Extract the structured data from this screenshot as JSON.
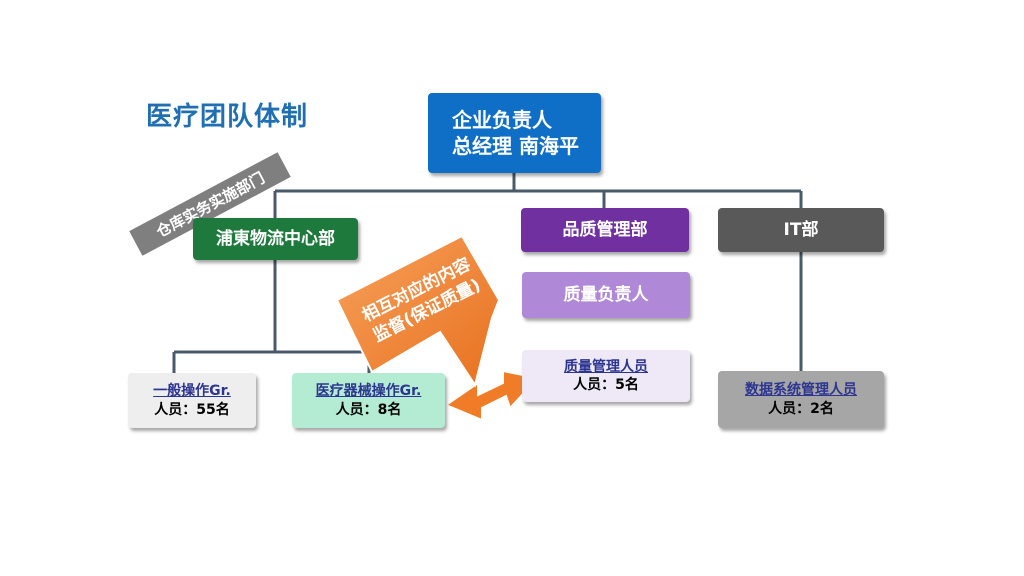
{
  "title": "医疗团队体制",
  "ceo": {
    "line1": "企业负责人",
    "line2": "总经理 南海平"
  },
  "warehouse_tag": "仓库实务实施部门",
  "departments": {
    "pudong": "浦東物流中心部",
    "quality": "品质管理部",
    "it": "IT部"
  },
  "quality_lead": "质量负责人",
  "quality_staff": {
    "name": "质量管理人员",
    "count": "人员：5名"
  },
  "groups": {
    "general": {
      "name": "一般操作Gr.",
      "count": "人员：55名"
    },
    "medical": {
      "name": "医疗器械操作Gr.",
      "count": "人员：8名"
    }
  },
  "it_staff": {
    "name": "数据系统管理人员",
    "count": "人员：2名"
  },
  "callout": {
    "line1": "相互对应的内容",
    "line2": "监督(保证质量)"
  },
  "colors": {
    "title": "#1f6fb2",
    "ceo": "#0f6fc6",
    "pudong": "#1e7a3c",
    "quality": "#7030a0",
    "it": "#595959",
    "callout": "#f07c28"
  }
}
